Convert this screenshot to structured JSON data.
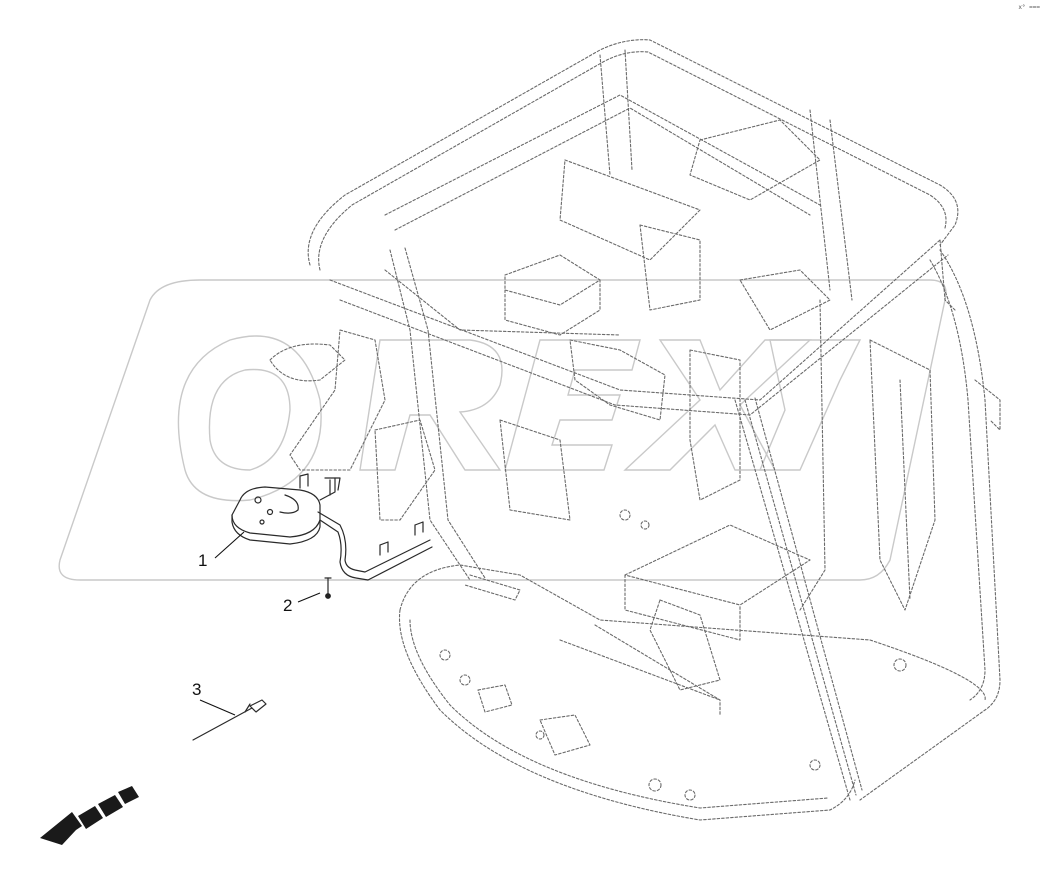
{
  "diagram": {
    "callouts": [
      {
        "label": "1",
        "part": "seat-mounting-bracket"
      },
      {
        "label": "2",
        "part": "bolt"
      },
      {
        "label": "3",
        "part": "cable-tie"
      }
    ],
    "watermark": "OREX",
    "corner_mark": "x° ===",
    "direction_indicator": "front-arrow-icon",
    "colors": {
      "line": "#6a6a6a",
      "part": "#2a2a2a",
      "watermark": "#c9c9c9",
      "text": "#111111"
    }
  }
}
